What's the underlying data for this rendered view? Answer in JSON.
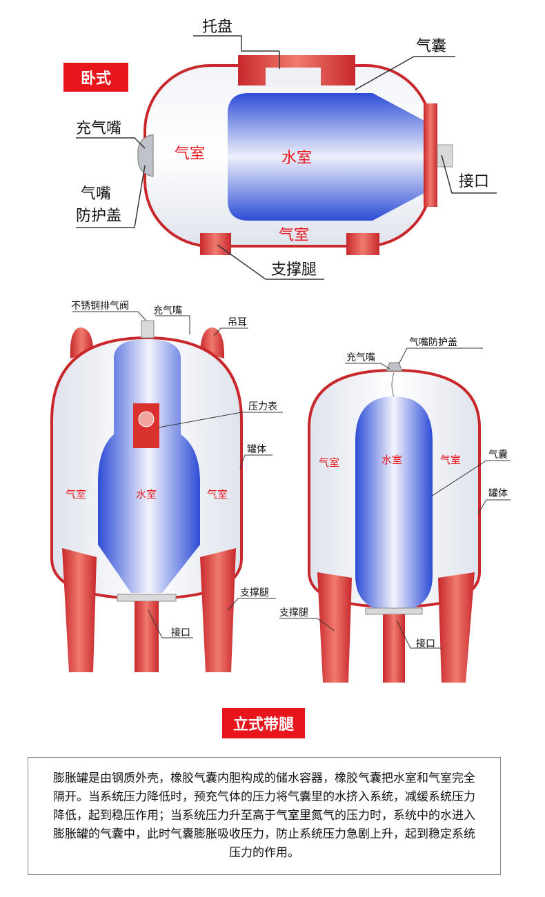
{
  "horizontal": {
    "title": "卧式",
    "labels": {
      "tray": "托盘",
      "bladder": "气囊",
      "charge_valve": "充气嘴",
      "valve_cover_1": "气嘴",
      "valve_cover_2": "防护盖",
      "air_chamber_left": "气室",
      "water_chamber": "水室",
      "air_chamber_bottom": "气室",
      "connector": "接口",
      "support_legs": "支撑腿"
    }
  },
  "vertical": {
    "title": "立式带腿",
    "left": {
      "vent_valve": "不锈钢排气阀",
      "charge_valve": "充气嘴",
      "lifting_lug": "吊耳",
      "pressure_gauge": "压力表",
      "tank_body": "罐体",
      "air_chamber_left": "气室",
      "water_chamber": "水室",
      "air_chamber_right": "气室",
      "support_legs": "支撑腿",
      "connector": "接口"
    },
    "right": {
      "valve_cover": "气嘴防护盖",
      "charge_valve": "充气嘴",
      "air_chamber_left": "气室",
      "water_chamber": "水室",
      "air_chamber_right": "气室",
      "bladder": "气囊",
      "tank_body": "罐体",
      "support_legs": "支撑腿",
      "connector": "接口"
    }
  },
  "description": "膨胀罐是由钢质外壳，橡胶气囊内胆构成的储水容器，橡胶气囊把水室和气室完全隔开。当系统压力降低时，预充气体的压力将气囊里的水挤入系统，减缓系统压力降低，起到稳压作用；当系统压力升至高于气室里氮气的压力时，系统中的水进入膨胀罐的气囊中，此时气囊膨胀吸收压力，防止系统压力急剧上升，起到稳定系统压力的作用。",
  "colors": {
    "accent": "#e8151c",
    "shell": "#c8282c",
    "water": "#2f4fd8"
  }
}
